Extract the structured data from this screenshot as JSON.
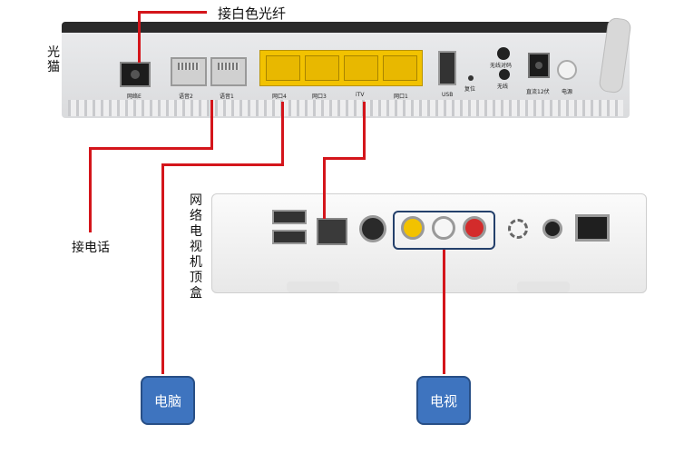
{
  "annotations": {
    "fiber": "接白色光纤",
    "modem": "光猫",
    "phone": "接电话",
    "stb": "网络电视机顶盒"
  },
  "modem_ports": [
    "网络E",
    "语音2",
    "语音1",
    "网口4",
    "网口3",
    "iTV",
    "网口1",
    "USB",
    "复位",
    "无线对码",
    "无线",
    "直流12伏",
    "电源"
  ],
  "boxes": {
    "computer": "电脑",
    "tv": "电视"
  },
  "colors": {
    "wire": "#d4151b",
    "box": "#3e74bf",
    "lan_port": "#f2c200"
  }
}
